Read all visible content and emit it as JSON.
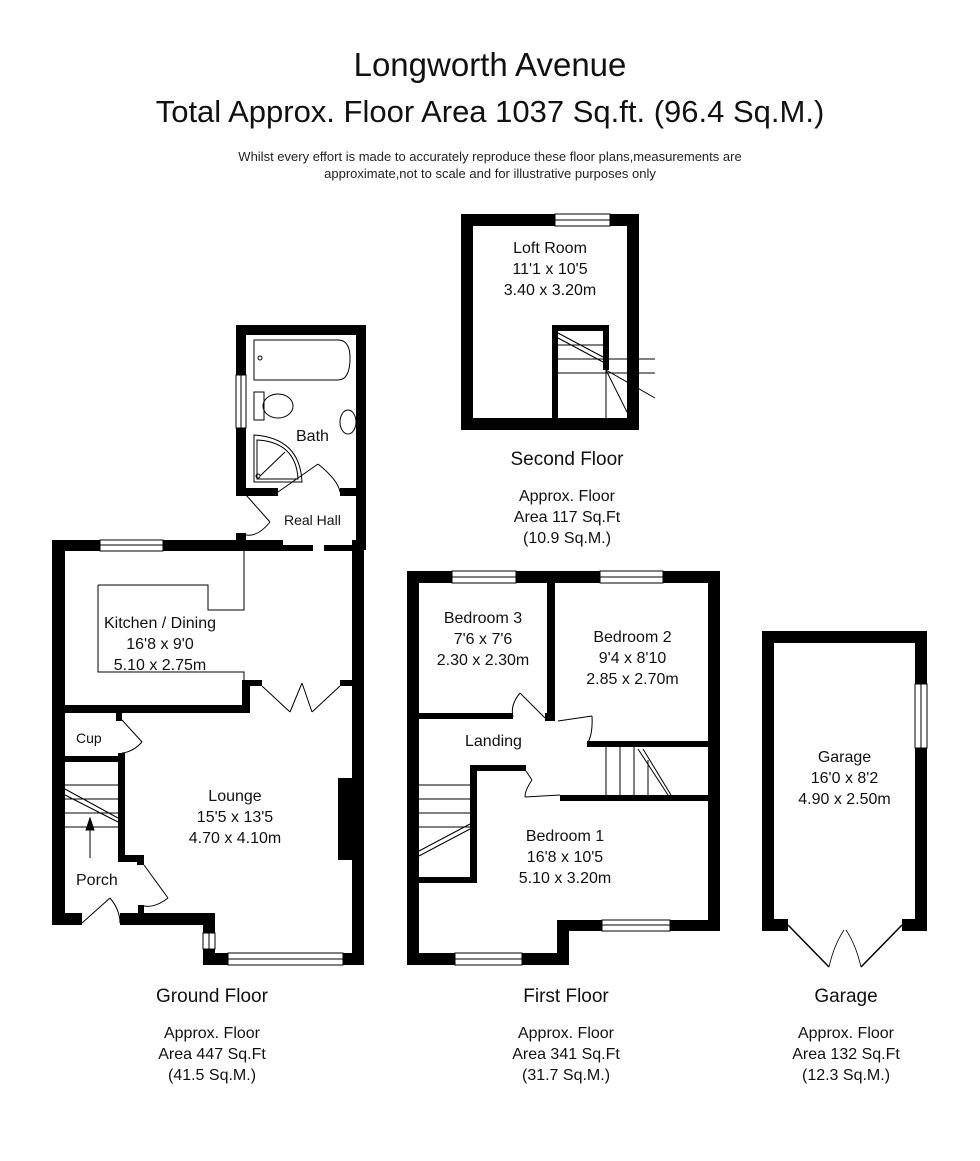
{
  "header": {
    "title": "Longworth Avenue",
    "subtitle": "Total Approx. Floor Area 1037 Sq.ft. (96.4 Sq.M.)",
    "disclaimer_line1": "Whilst every effort is made to accurately reproduce these floor plans,measurements are",
    "disclaimer_line2": "approximate,not to scale and for illustrative purposes only"
  },
  "floors": {
    "second": {
      "name": "Second Floor",
      "area_line1": "Approx. Floor",
      "area_line2": "Area 117 Sq.Ft",
      "area_line3": "(10.9 Sq.M.)",
      "rooms": {
        "loft": {
          "name": "Loft Room",
          "imperial": "11'1 x 10'5",
          "metric": "3.40 x 3.20m"
        }
      }
    },
    "ground": {
      "name": "Ground Floor",
      "area_line1": "Approx. Floor",
      "area_line2": "Area 447 Sq.Ft",
      "area_line3": "(41.5 Sq.M.)",
      "rooms": {
        "bath": {
          "name": "Bath"
        },
        "real_hall": {
          "name": "Real Hall"
        },
        "kitchen": {
          "name": "Kitchen / Dining",
          "imperial": "16'8 x 9'0",
          "metric": "5.10 x 2.75m"
        },
        "cup": {
          "name": "Cup"
        },
        "lounge": {
          "name": "Lounge",
          "imperial": "15'5 x 13'5",
          "metric": "4.70 x 4.10m"
        },
        "porch": {
          "name": "Porch"
        }
      }
    },
    "first": {
      "name": "First Floor",
      "area_line1": "Approx. Floor",
      "area_line2": "Area 341 Sq.Ft",
      "area_line3": "(31.7 Sq.M.)",
      "rooms": {
        "bedroom3": {
          "name": "Bedroom 3",
          "imperial": "7'6 x 7'6",
          "metric": "2.30 x 2.30m"
        },
        "bedroom2": {
          "name": "Bedroom 2",
          "imperial": "9'4 x 8'10",
          "metric": "2.85 x 2.70m"
        },
        "landing": {
          "name": "Landing"
        },
        "bedroom1": {
          "name": "Bedroom 1",
          "imperial": "16'8 x 10'5",
          "metric": "5.10 x 3.20m"
        }
      }
    },
    "garage": {
      "name": "Garage",
      "area_line1": "Approx. Floor",
      "area_line2": "Area 132 Sq.Ft",
      "area_line3": "(12.3 Sq.M.)",
      "rooms": {
        "garage": {
          "name": "Garage",
          "imperial": "16'0 x 8'2",
          "metric": "4.90 x 2.50m"
        }
      }
    }
  },
  "colors": {
    "wall": "#000000",
    "background": "#ffffff",
    "text": "#111111"
  }
}
